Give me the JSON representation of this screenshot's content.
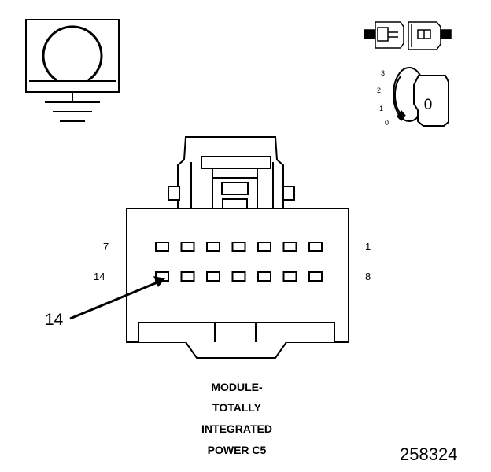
{
  "connector": {
    "top_row": {
      "left_label": "7",
      "right_label": "1",
      "cavity_count": 7
    },
    "bottom_row": {
      "left_label": "14",
      "right_label": "8",
      "cavity_count": 7
    },
    "callout_label": "14",
    "caption_lines": [
      "MODULE-",
      "TOTALLY",
      "INTEGRATED",
      "POWER C5"
    ]
  },
  "ignition_switch": {
    "positions": [
      "3",
      "2",
      "1",
      "0"
    ],
    "key_label": "0"
  },
  "icons": {
    "ground": "ground-symbol-icon",
    "connector_view": "connector-terminal-icon",
    "ignition": "ignition-key-icon"
  },
  "figure_number": "258324"
}
